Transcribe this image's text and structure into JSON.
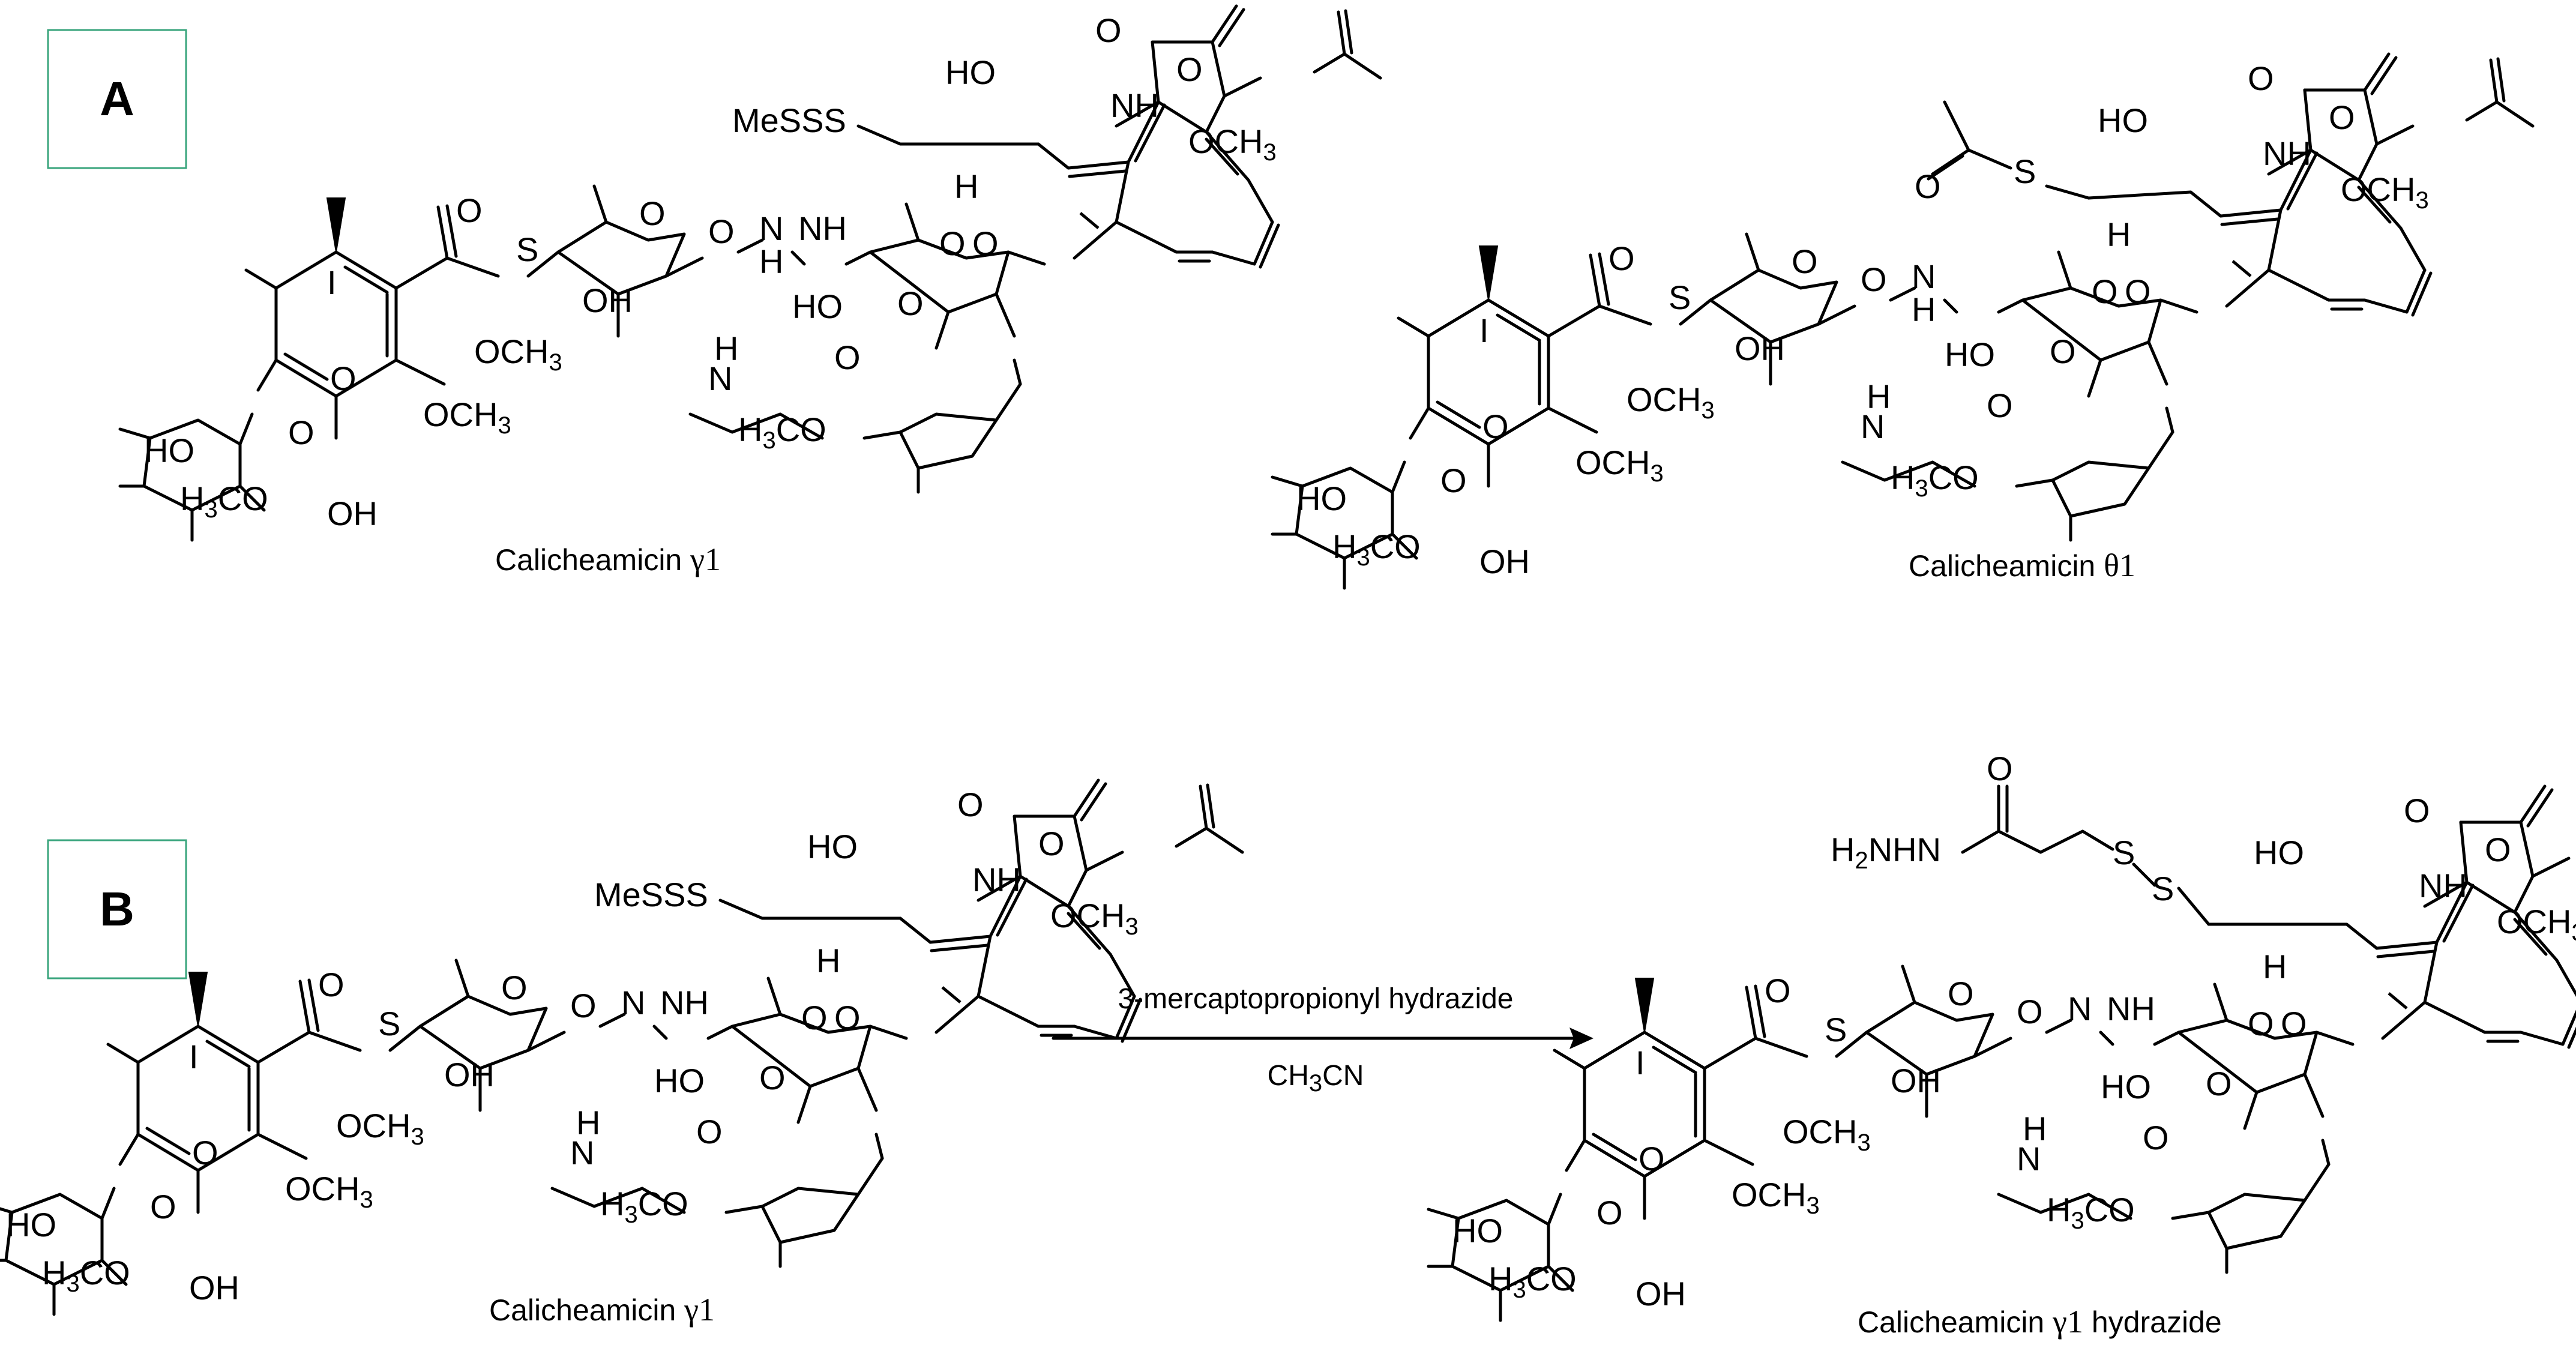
{
  "panels": {
    "a_label": "A",
    "b_label": "B"
  },
  "molecules": {
    "m1": {
      "name": "Calicheamicin",
      "greek": "γ1",
      "suffix": ""
    },
    "m2": {
      "name": "Calicheamicin",
      "greek": "θ1",
      "suffix": ""
    },
    "m3": {
      "name": "Calicheamicin",
      "greek": "γ1",
      "suffix": ""
    },
    "m4": {
      "name": "Calicheamicin",
      "greek": "γ1",
      "suffix": " hydrazide"
    }
  },
  "reaction": {
    "reagent": "3-mercaptopropionyl hydrazide",
    "solvent_pre": "CH",
    "solvent_sub": "3",
    "solvent_post": "CN"
  },
  "labels": {
    "side_chain_m1": "MeSSS",
    "side_chain_m3": "MeSSS",
    "side_chain_m4_pre": "H",
    "side_chain_m4_sub": "2",
    "side_chain_m4_post": "NHN",
    "ho": "HO",
    "oh": "OH",
    "o": "O",
    "s": "S",
    "i": "I",
    "h": "H",
    "nh": "NH",
    "n": "N",
    "och3_pre": "OCH",
    "och3_sub": "3",
    "h3co_pre": "H",
    "h3co_sub": "3",
    "h3co_post": "CO"
  }
}
